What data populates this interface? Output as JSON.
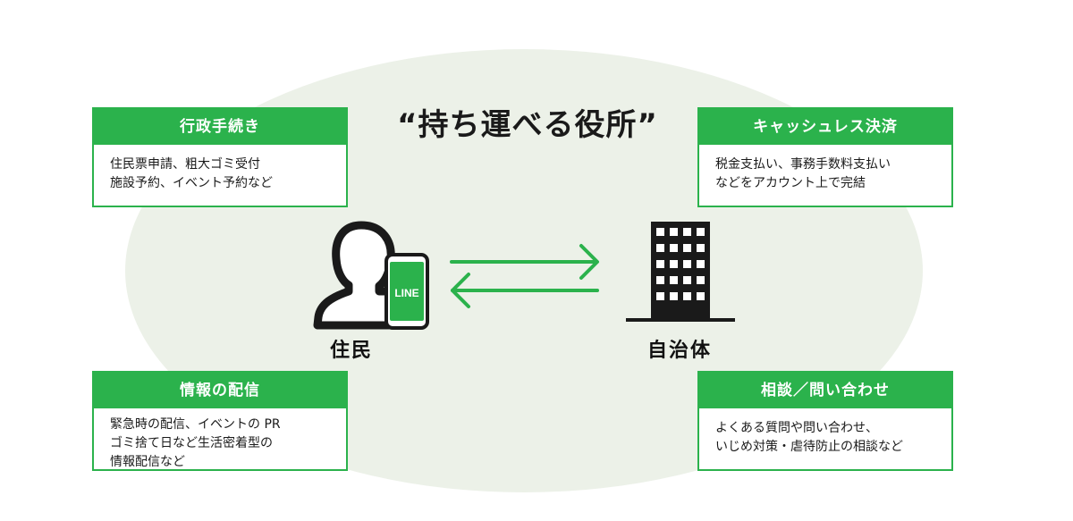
{
  "title": "“持ち運べる役所”",
  "actors": {
    "resident": "住民",
    "municipality": "自治体",
    "phone_logo": "LINE"
  },
  "cards": {
    "gov": {
      "title": "行政手続き",
      "lines": [
        "住民票申請、粗大ゴミ受付",
        "施設予約、イベント予約など"
      ]
    },
    "pay": {
      "title": "キャッシュレス決済",
      "lines": [
        "税金支払い、事務手数料支払い",
        "などをアカウント上で完結"
      ]
    },
    "info": {
      "title": "情報の配信",
      "lines": [
        "緊急時の配信、イベントの PR",
        "ゴミ捨て日など生活密着型の",
        "情報配信など"
      ]
    },
    "consult": {
      "title": "相談／問い合わせ",
      "lines": [
        "よくある質問や問い合わせ、",
        "いじめ対策・虐待防止の相談など"
      ]
    }
  },
  "colors": {
    "accent": "#2bb24c",
    "background": "#ecf1e8",
    "ink": "#1a1a1a"
  }
}
